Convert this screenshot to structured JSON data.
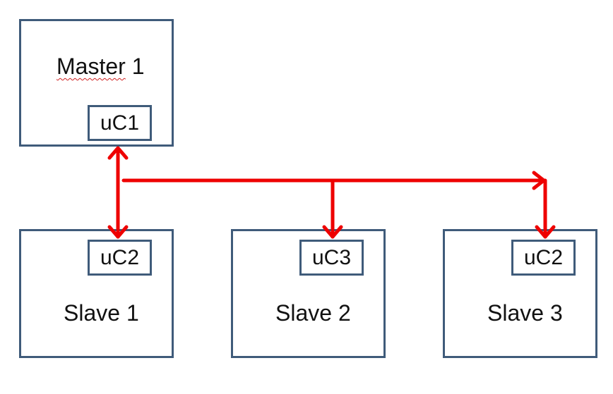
{
  "master": {
    "title_word": "Master",
    "title_num": " 1",
    "uc": "uC1"
  },
  "slaves": [
    {
      "title": "Slave 1",
      "uc": "uC2"
    },
    {
      "title": "Slave 2",
      "uc": "uC3"
    },
    {
      "title": "Slave 3",
      "uc": "uC2"
    }
  ],
  "colors": {
    "box_border": "#3f5b7a",
    "bus": "#ee0000"
  }
}
